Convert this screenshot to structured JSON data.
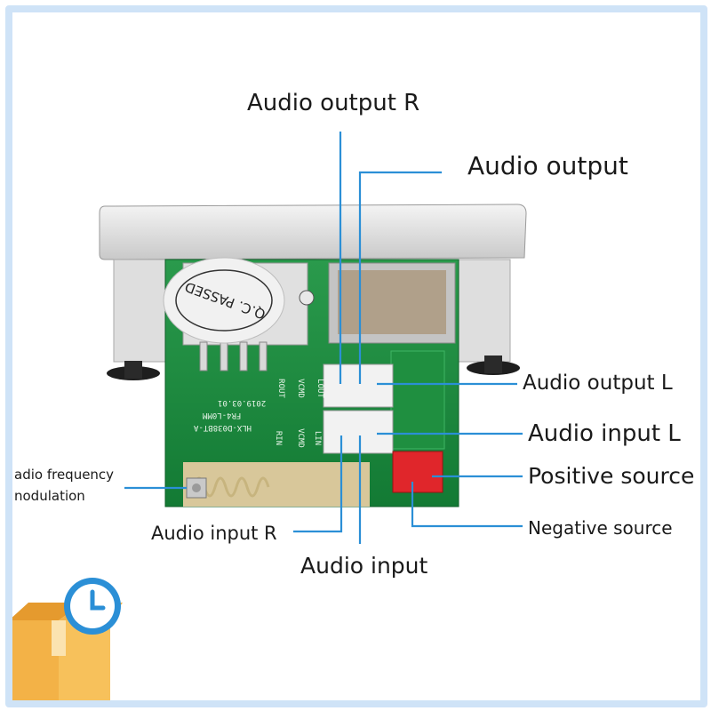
{
  "labels": {
    "audio_output_r": "Audio output R",
    "audio_output": "Audio output",
    "audio_output_l": "Audio output L",
    "audio_input_l": "Audio input L",
    "positive_source": "Positive source",
    "negative_source": "Negative source",
    "audio_input_r": "Audio input R",
    "audio_input": "Audio input",
    "radio_frequency_line1": "adio frequency",
    "radio_frequency_line2": "nodulation"
  },
  "sticker": {
    "text": "Q.C. PASSED"
  },
  "board_markings": {
    "date": "2019.03.01",
    "model_a": "FR4-L0MM",
    "model_b": "HLX-D038BT-A",
    "pins_top_1": "ROUT",
    "pins_top_2": "VCMD",
    "pins_top_3": "LOUT",
    "pins_bot_1": "RIN",
    "pins_bot_2": "VCMD",
    "pins_bot_3": "LIN"
  },
  "colors": {
    "pointer_line": "#2b8fd6",
    "pcb_green": "#1c8a3e",
    "connector_red": "#e0262b",
    "frame": "#cfe3f7"
  },
  "icons": {
    "badge": "clock-box-icon"
  }
}
